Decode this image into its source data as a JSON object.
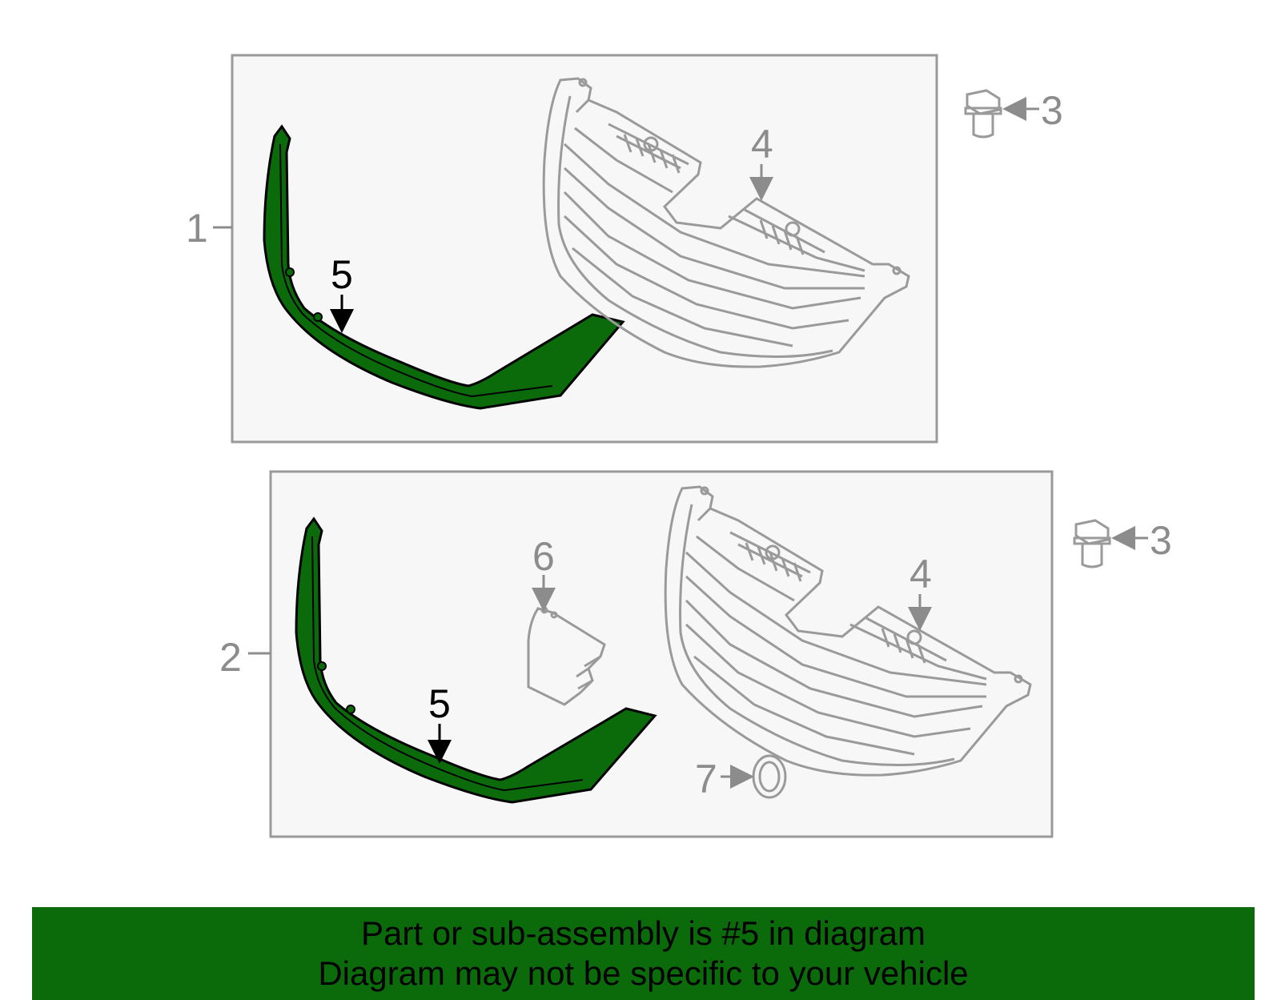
{
  "callouts": {
    "c1": "1",
    "c2": "2",
    "c3_top": "3",
    "c3_bottom": "3",
    "c4_top": "4",
    "c4_bottom": "4",
    "c5_top": "5",
    "c5_bottom": "5",
    "c6": "6",
    "c7": "7"
  },
  "banner": {
    "line1": "Part or sub-assembly is #5 in diagram",
    "line2": "Diagram may not be specific to your vehicle"
  },
  "colors": {
    "highlight": "#0b6b0b",
    "outline_gray": "#9a9a9a",
    "panel_fill": "#f7f7f7"
  }
}
